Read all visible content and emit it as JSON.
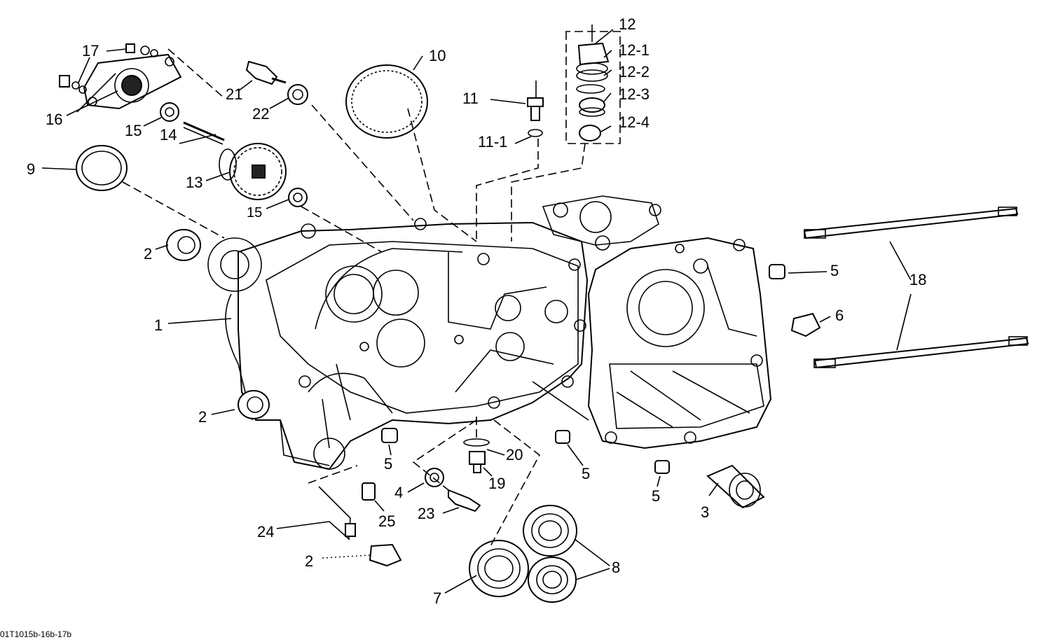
{
  "callouts": {
    "c1": "1",
    "c2a": "2",
    "c2b": "2",
    "c2c": "2",
    "c3": "3",
    "c4": "4",
    "c5a": "5",
    "c5b": "5",
    "c5c": "5",
    "c5d": "5",
    "c6": "6",
    "c7": "7",
    "c8": "8",
    "c9": "9",
    "c10": "10",
    "c11": "11",
    "c11_1": "11-1",
    "c12": "12",
    "c12_1": "12-1",
    "c12_2": "12-2",
    "c12_3": "12-3",
    "c12_4": "12-4",
    "c13": "13",
    "c14": "14",
    "c15a": "15",
    "c15b": "15",
    "c16": "16",
    "c17": "17",
    "c18": "18",
    "c19": "19",
    "c20": "20",
    "c21": "21",
    "c22": "22",
    "c23": "23",
    "c24": "24",
    "c25": "25"
  },
  "reference_code": "01T1015b-16b-17b"
}
